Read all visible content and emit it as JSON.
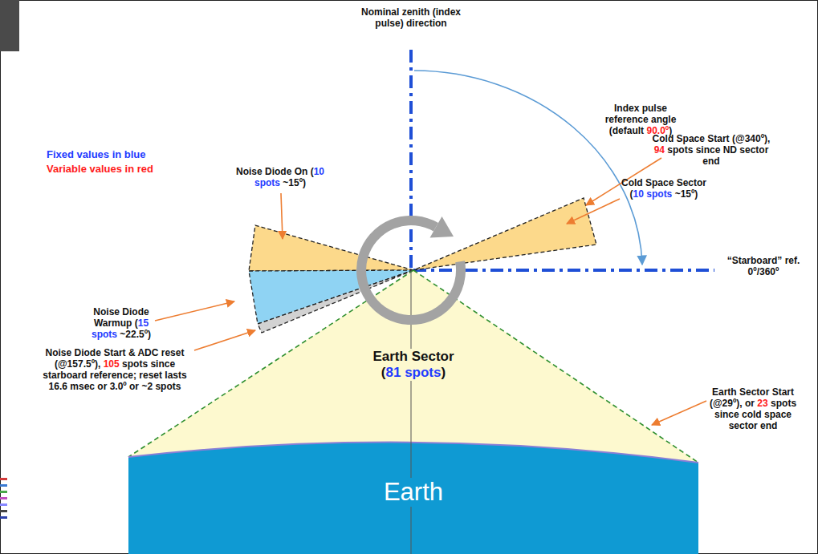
{
  "diagram": {
    "nodes": [
      {
        "text": [
          "Earth Sector (81 spots)"
        ]
      },
      {
        "text": [
          "Earth"
        ]
      }
    ],
    "labels": [
      "Nominal zenith (index pulse) direction",
      "Index pulse reference angle (default 90.0º)",
      "Fixed values in blue",
      "Variable values in red",
      "Noise Diode On (10 spots ~15º)",
      "Cold Space Start (@340º), 94 spots since ND sector end",
      "Cold Space Sector (10 spots ~15º)",
      "“Starboard” ref. 0º/360º",
      "Noise Diode Warmup (15 spots ~22.5º)",
      "Noise Diode Start & ADC reset (@157.5º), 105 spots since starboard reference; reset lasts 16.6 msec or 3.0º or ~2 spots",
      "Earth Sector Start (@29º), or 23 spots since cold space sector end"
    ]
  }
}
